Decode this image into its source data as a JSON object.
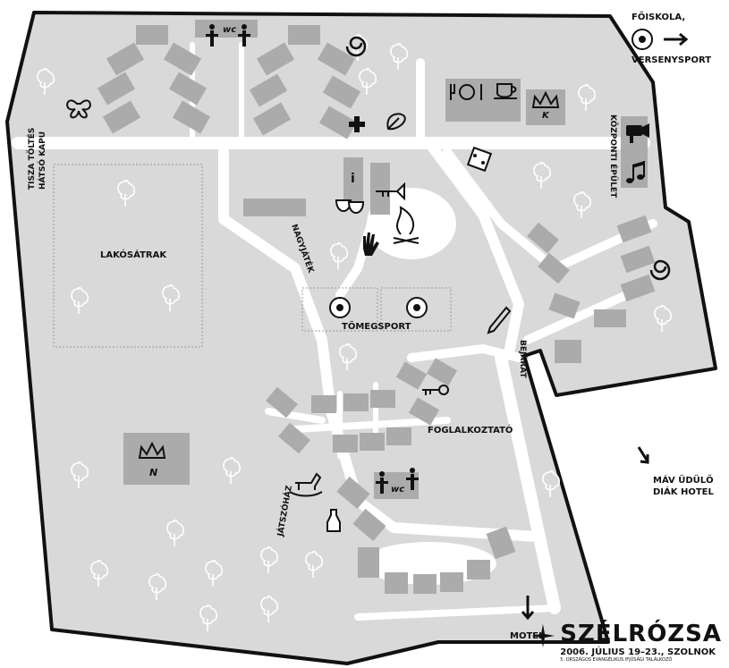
{
  "labels": {
    "foiskola": "FŐISKOLA,",
    "versenysport": "VERSENYSPORT",
    "tisza_toltes": "TISZA TÖLTÉS",
    "hatso_kapu": "HÁTSÓ KAPU",
    "lakosatrak": "LAKÓSÁTRAK",
    "nagyjatek": "NAGYJÁTÉK",
    "tomegsport": "TÖMEGSPORT",
    "kozponti_epulet": "KÖZPONTI ÉPÜLET",
    "bejarat": "BEJÁRAT",
    "foglalkoztato": "FOGLALKOZTATÓ",
    "mav_udulo": "MÁV ÜDÜLŐ",
    "diak_hotel": "DIÁK HOTEL",
    "jatszohaz": "JÁTSZÓHÁZ",
    "motel": "MOTEL",
    "wc_top": "wc",
    "wc_bottom": "wc",
    "info": "i",
    "n_tent": "N",
    "k_tent": "K"
  },
  "logo": {
    "title": "SZÉLRÓZSA",
    "date": "2006. JÚLIUS 19–23., SZOLNOK",
    "tagline": "5. ORSZÁGOS EVANGÉLIKUS IFJÚSÁGI TALÁLKOZÓ"
  },
  "icons": [
    "toilet-icon",
    "snail-icon",
    "butterfly-icon",
    "cutlery-icon",
    "cup-icon",
    "crown-icon",
    "first-aid-icon",
    "leaf-icon",
    "video-camera-icon",
    "music-note-icon",
    "dice-icon",
    "info-icon",
    "trumpet-icon",
    "theatre-masks-icon",
    "campfire-icon",
    "hand-icon",
    "football-icon",
    "pencil-icon",
    "key-icon",
    "rocking-horse-icon",
    "bottle-icon",
    "arrow-icon"
  ],
  "colors": {
    "ground": "#d9d9d9",
    "road": "#ffffff",
    "building": "#ababab",
    "outline": "#111111"
  }
}
